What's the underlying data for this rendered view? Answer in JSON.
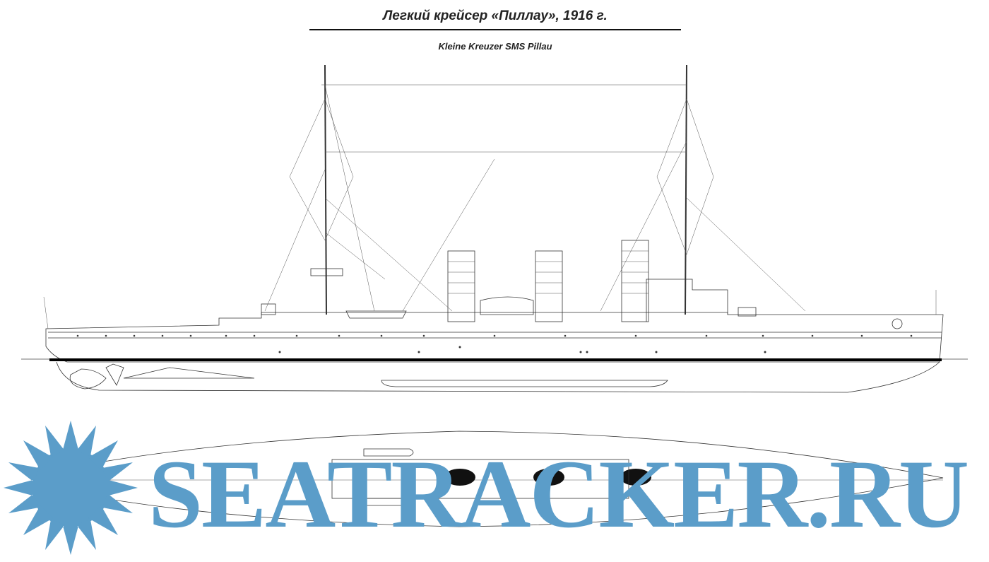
{
  "header": {
    "title": "Легкий крейсер «Пиллау», 1916 г.",
    "subtitle": "Kleine Kreuzer SMS Pillau"
  },
  "watermark": {
    "text": "SEATRACKER.RU",
    "color": "#5b9dc9"
  },
  "drawing": {
    "line_color": "#333333",
    "views": [
      "side-profile",
      "deck-plan"
    ]
  }
}
